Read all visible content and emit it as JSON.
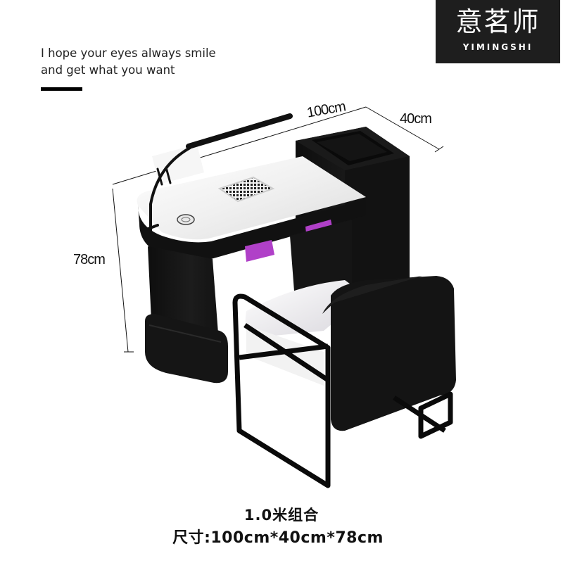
{
  "brand": {
    "name_cn": "意茗师",
    "name_en": "YIMINGSHI",
    "bg_color": "#1e1e1e"
  },
  "slogan": {
    "line1": "I hope your eyes always smile",
    "line2": "and get what you want"
  },
  "dimensions": {
    "width_label": "100cm",
    "depth_label": "40cm",
    "height_label": "78cm"
  },
  "caption": {
    "title": "1.0米组合",
    "size": "尺寸:100cm*40cm*78cm"
  },
  "product": {
    "description": "Nail table with lamp, dust collector vent and chair",
    "accent_color": "#b040c8",
    "body_color": "#161616",
    "top_color": "#f2f2f2"
  }
}
